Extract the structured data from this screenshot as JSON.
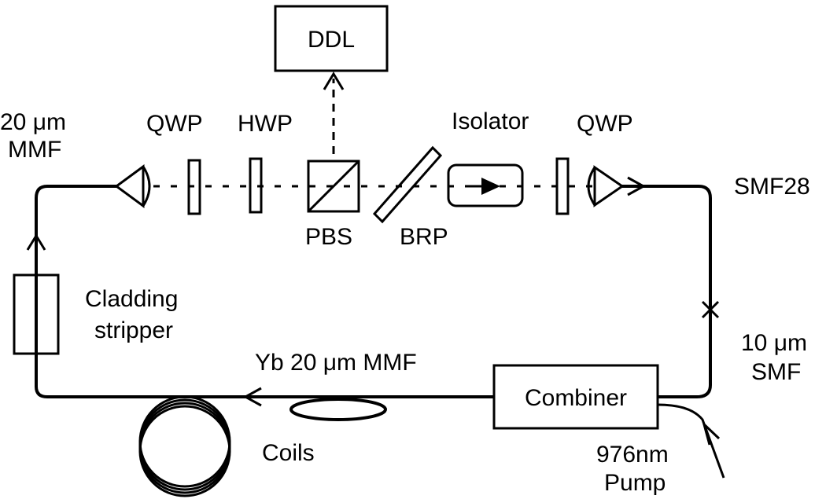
{
  "labels": {
    "ddl": "DDL",
    "mmf_20_line1": "20 μm",
    "mmf_20_line2": "MMF",
    "qwp_left": "QWP",
    "hwp": "HWP",
    "isolator": "Isolator",
    "qwp_right": "QWP",
    "smf28": "SMF28",
    "pbs": "PBS",
    "brp": "BRP",
    "cladding_line1": "Cladding",
    "cladding_line2": "stripper",
    "smf_10_line1": "10 μm",
    "smf_10_line2": "SMF",
    "yb_fiber": "Yb 20 μm MMF",
    "combiner": "Combiner",
    "coils": "Coils",
    "pump_line1": "976nm",
    "pump_line2": "Pump"
  }
}
